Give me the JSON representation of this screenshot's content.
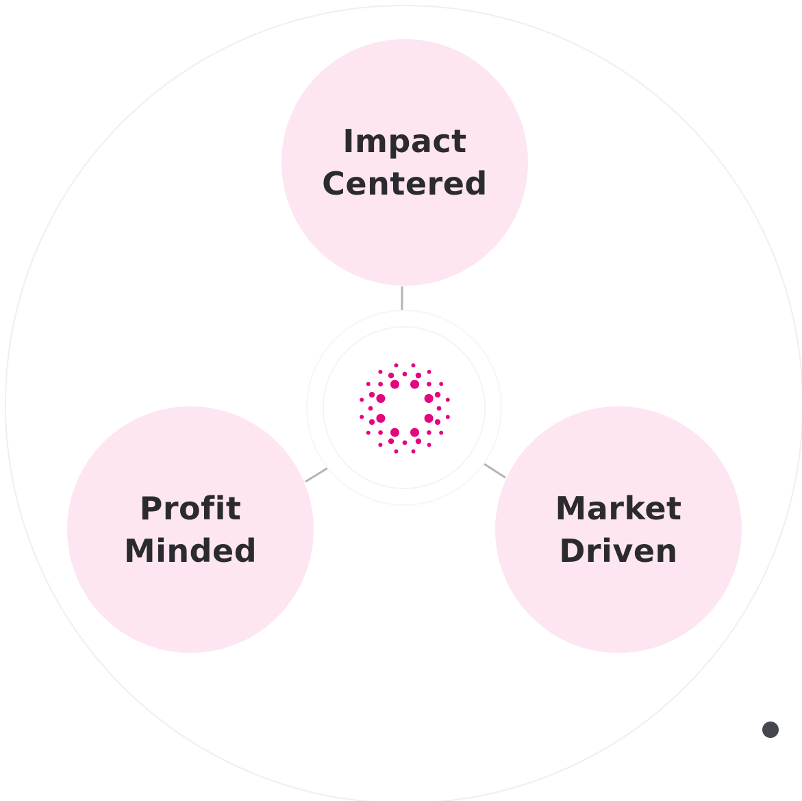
{
  "diagram": {
    "nodes": [
      {
        "id": "top",
        "lines": [
          "Impact",
          "Centered"
        ]
      },
      {
        "id": "left",
        "lines": [
          "Profit",
          "Minded"
        ]
      },
      {
        "id": "right",
        "lines": [
          "Market",
          "Driven"
        ]
      }
    ],
    "center_logo": "radial-dots-logo-icon"
  },
  "colors": {
    "node_fill": "#fde6f1",
    "text": "#2b2b2f",
    "connector": "#b3b3b6",
    "logo_accent": "#e3067f",
    "outer_ring": "#eeeeee",
    "scroll_dot": "#45474f"
  }
}
